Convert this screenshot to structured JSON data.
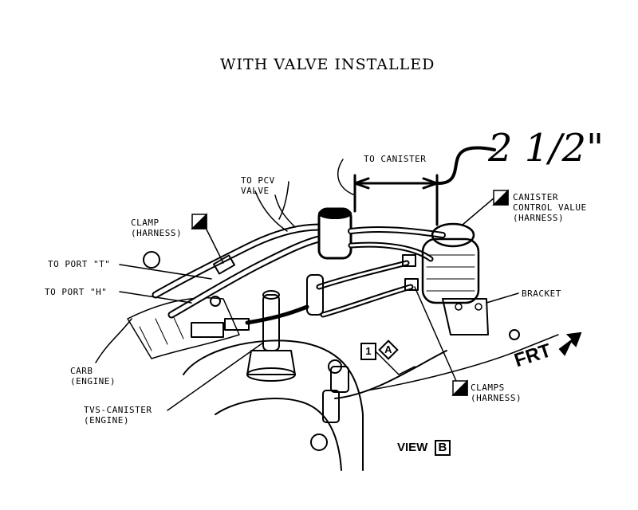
{
  "title": "WITH VALVE INSTALLED",
  "dimension_note": "2 1/2\"",
  "labels": {
    "to_canister": "TO CANISTER",
    "to_pcv_valve": "TO PCV\nVALVE",
    "clamp_harness": "CLAMP\n(HARNESS)",
    "canister_control_valve": "CANISTER\nCONTROL VALUE\n(HARNESS)",
    "to_port_t": "TO PORT \"T\"",
    "to_port_h": "TO PORT \"H\"",
    "bracket": "BRACKET",
    "carb_engine": "CARB\n(ENGINE)",
    "clamps_harness": "CLAMPS\n(HARNESS)",
    "tvs_canister": "TVS-CANISTER\n(ENGINE)",
    "frt": "FRT",
    "view": "VIEW",
    "view_letter": "B",
    "ref_number": "1",
    "ref_letter": "A"
  },
  "colors": {
    "ink": "#000000",
    "paper": "#ffffff"
  }
}
